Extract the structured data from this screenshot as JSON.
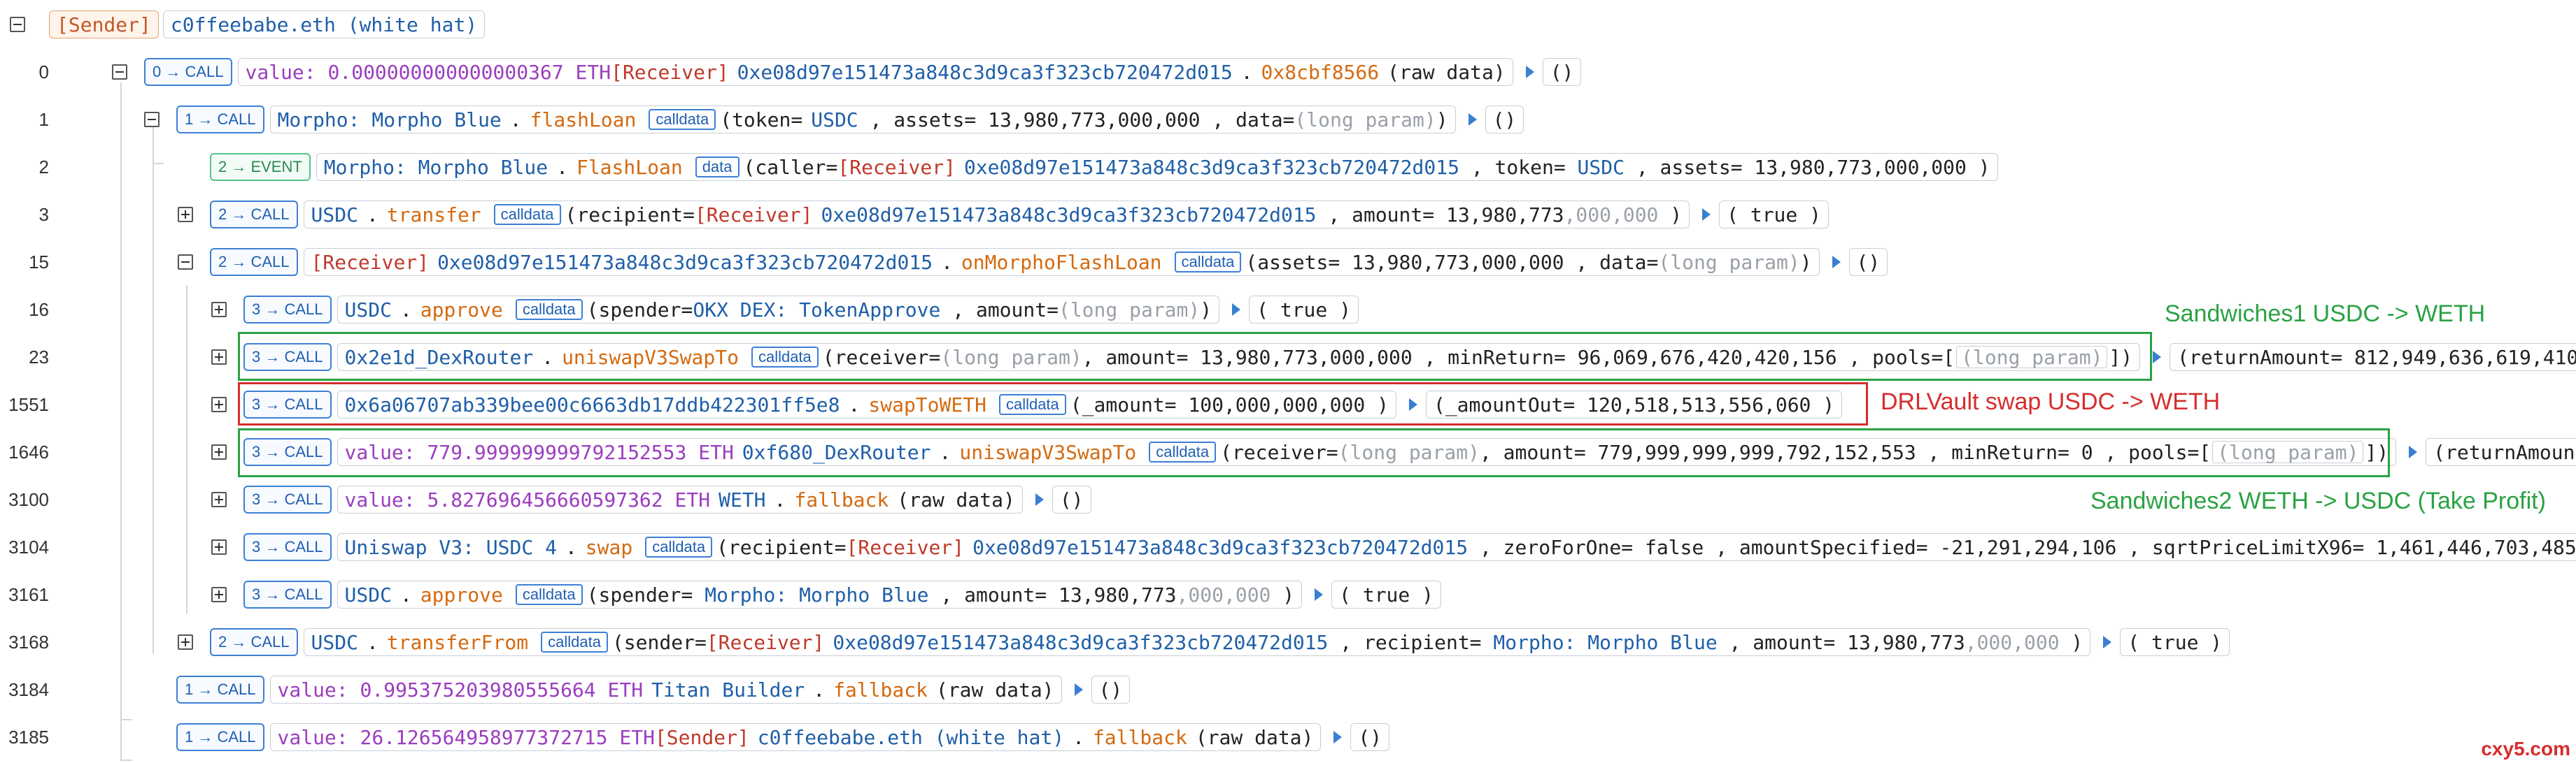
{
  "header": {
    "sender_tag": "[Sender]",
    "sender_name": "c0ffeebabe.eth (white hat)"
  },
  "common": {
    "receiver_tag": "[Receiver]",
    "receiver_addr": "0xe08d97e151473a848c3d9ca3f323cb720472d015",
    "calldata": "calldata",
    "data_label": "data",
    "raw": "(raw data)",
    "empty_ret": "()",
    "true_ret": "( true )",
    "long_param": "(long param)",
    "morpho": "Morpho: Morpho Blue",
    "usdc": "USDC"
  },
  "rows": {
    "r0": {
      "line": "0",
      "badge": "0 → CALL",
      "value_label": "value: 0.000000000000000367 ETH",
      "fn": "0x8cbf8566"
    },
    "r1": {
      "line": "1",
      "badge": "1 → CALL",
      "fn": "flashLoan",
      "assets": "13,980,773,000,000"
    },
    "r2": {
      "line": "2",
      "badge": "2 → EVENT",
      "fn": "FlashLoan",
      "assets": "13,980,773,000,000"
    },
    "r3": {
      "line": "3",
      "badge": "2 → CALL",
      "fn": "transfer",
      "amount_main": "13,980,773",
      "amount_gray": ",000,000"
    },
    "r15": {
      "line": "15",
      "badge": "2 → CALL",
      "fn": "onMorphoFlashLoan",
      "assets": "13,980,773,000,000"
    },
    "r16": {
      "line": "16",
      "badge": "3 → CALL",
      "fn": "approve",
      "spender": "OKX DEX: TokenApprove"
    },
    "r23": {
      "line": "23",
      "badge": "3 → CALL",
      "contract": "0x2e1d_DexRouter",
      "fn": "uniswapV3SwapTo",
      "amount": "13,980,773,000,000",
      "min_return": "96,069,676,420,420,156",
      "ret": "(returnAmount= 812,949,636,619,410"
    },
    "r1551": {
      "line": "1551",
      "badge": "3 → CALL",
      "contract": "0x6a06707ab339bee00c6663db17ddb422301ff5e8",
      "fn": "swapToWETH",
      "amount": "100,000,000,000",
      "ret": "(_amountOut= 120,518,513,556,060 )"
    },
    "r1646": {
      "line": "1646",
      "badge": "3 → CALL",
      "value_label": "value: 779.999999999792152553 ETH",
      "contract": "0xf680_DexRouter",
      "fn": "uniswapV3SwapTo",
      "amount": "779,999,999,999,792,152,553",
      "min_return": "0",
      "ret": "(returnAmount"
    },
    "r3100": {
      "line": "3100",
      "badge": "3 → CALL",
      "value_label": "value: 5.827696456660597362 ETH",
      "contract": "WETH",
      "fn": "fallback"
    },
    "r3104": {
      "line": "3104",
      "badge": "3 → CALL",
      "contract": "Uniswap V3: USDC 4",
      "fn": "swap",
      "zero_for_one": "false",
      "amount_specified": "-21,291,294,106",
      "sqrt_price": "1,461,446,703,485"
    },
    "r3161": {
      "line": "3161",
      "badge": "3 → CALL",
      "fn": "approve",
      "amount_main": "13,980,773",
      "amount_gray": ",000,000"
    },
    "r3168": {
      "line": "3168",
      "badge": "2 → CALL",
      "fn": "transferFrom",
      "amount_main": "13,980,773",
      "amount_gray": ",000,000"
    },
    "r3184": {
      "line": "3184",
      "badge": "1 → CALL",
      "value_label": "value: 0.995375203980555664 ETH",
      "contract": "Titan Builder",
      "fn": "fallback"
    },
    "r3185": {
      "line": "3185",
      "badge": "1 → CALL",
      "value_label": "value: 26.126564958977372715 ETH",
      "fn": "fallback"
    }
  },
  "annotations": {
    "sandwich1": "Sandwiches1 USDC -> WETH",
    "drlvault": "DRLVault swap USDC -> WETH",
    "sandwich2": "Sandwiches2 WETH -> USDC (Take Profit)"
  },
  "watermark": "cxy5.com",
  "colors": {
    "highlight_green": "#2aa243",
    "highlight_red": "#d62d2d",
    "accent_blue": "#3d7fd6"
  }
}
